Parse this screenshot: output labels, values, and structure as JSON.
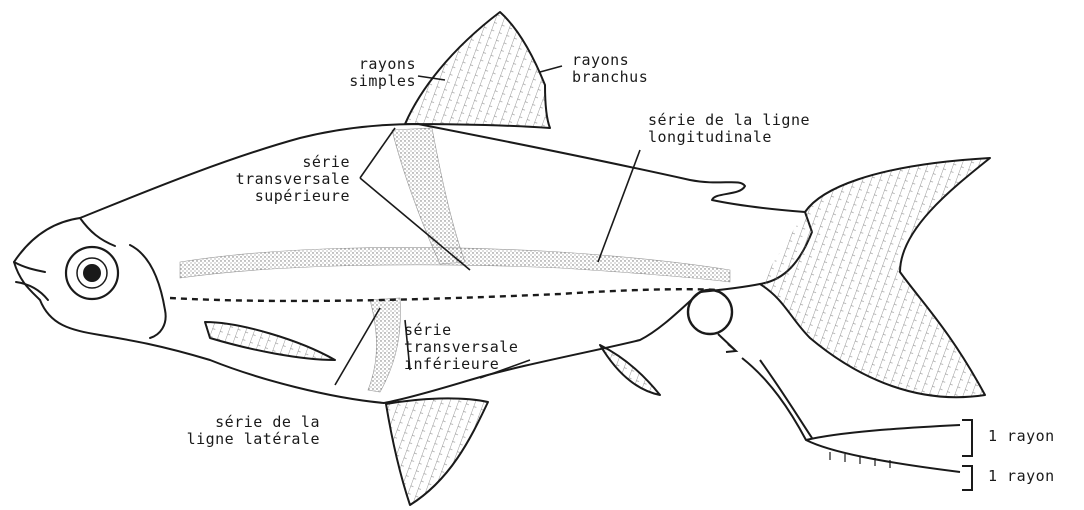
{
  "labels": {
    "rayons_simples": [
      "rayons",
      "simples"
    ],
    "rayons_branchus": [
      "rayons",
      "branchus"
    ],
    "serie_ligne_longitudinale": [
      "série de la ligne",
      "longitudinale"
    ],
    "serie_transversale_superieure": [
      "série",
      "transversale",
      "supérieure"
    ],
    "serie_transversale_inferieure": [
      "série",
      "transversale",
      "inférieure"
    ],
    "serie_ligne_laterale": [
      "série de la",
      "ligne latérale"
    ],
    "un_rayon_top": "1 rayon",
    "un_rayon_bottom": "1 rayon"
  },
  "colors": {
    "ink": "#1a1a1a",
    "background": "#ffffff",
    "stipple": "#7a7a7a"
  }
}
